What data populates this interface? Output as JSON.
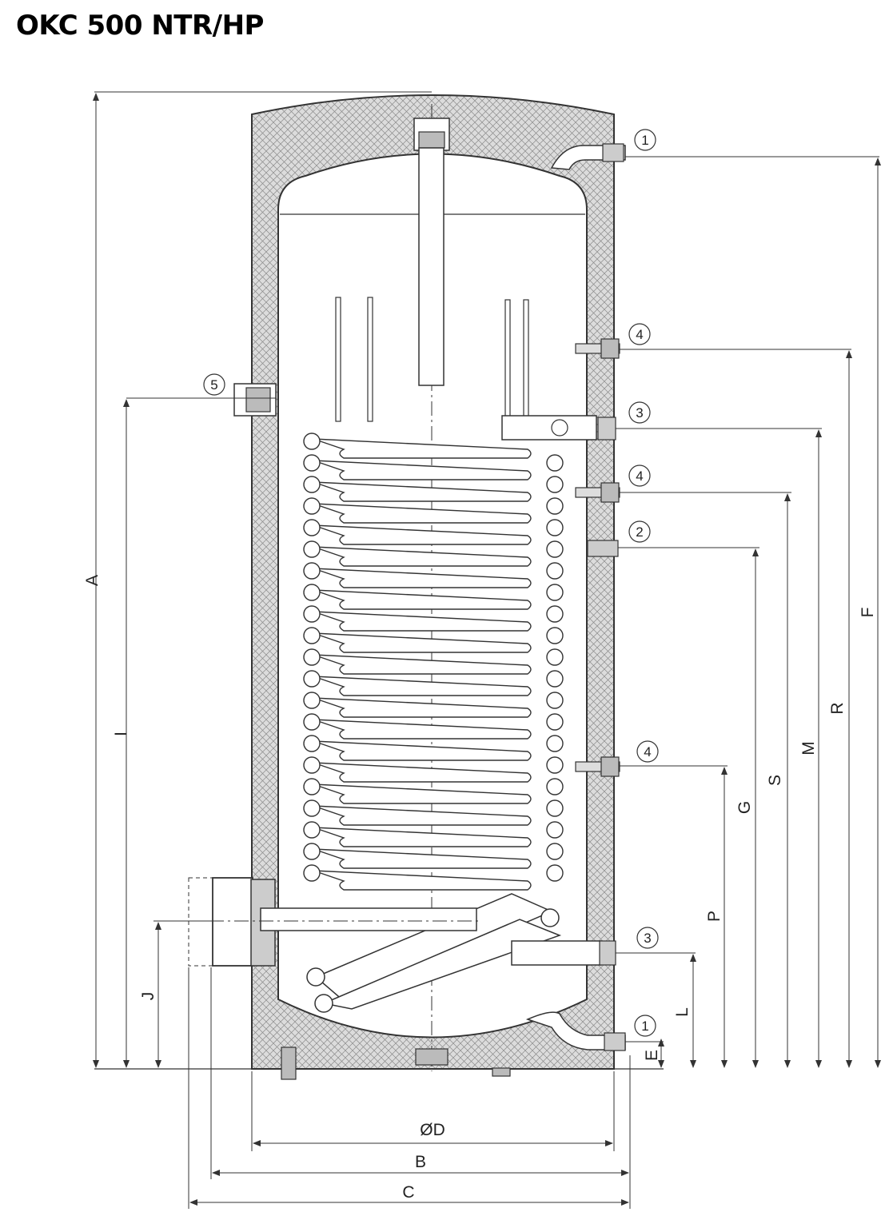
{
  "title": "OKC 500 NTR/HP",
  "dimensions": {
    "A": "A",
    "I": "I",
    "J": "J",
    "F": "F",
    "R": "R",
    "M": "M",
    "S": "S",
    "G": "G",
    "P": "P",
    "L": "L",
    "E": "E",
    "D": "ØD",
    "B": "B",
    "C": "C"
  },
  "callouts": {
    "c1_top": "1",
    "c4_top": "4",
    "c3_top": "3",
    "c4_mid": "4",
    "c2": "2",
    "c4_low": "4",
    "c3_low": "3",
    "c1_low": "1",
    "c5": "5"
  }
}
